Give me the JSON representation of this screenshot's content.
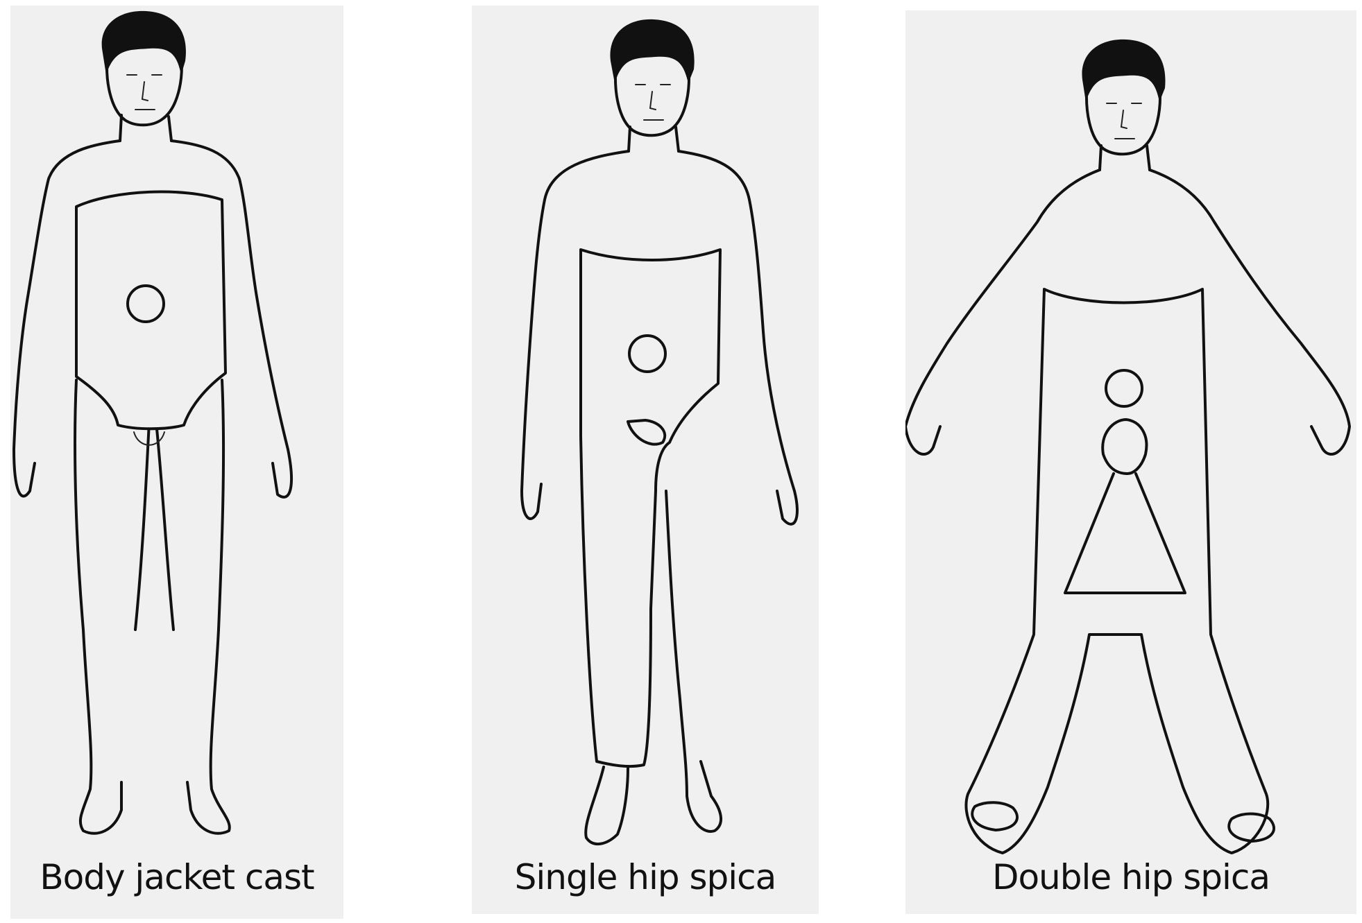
{
  "figures": [
    {
      "id": "body-jacket",
      "caption": "Body jacket cast"
    },
    {
      "id": "single-hip",
      "caption": "Single hip spica"
    },
    {
      "id": "double-hip",
      "caption": "Double hip spica"
    }
  ],
  "colors": {
    "panel_bg": "#f0f0f0",
    "line": "#111111"
  }
}
